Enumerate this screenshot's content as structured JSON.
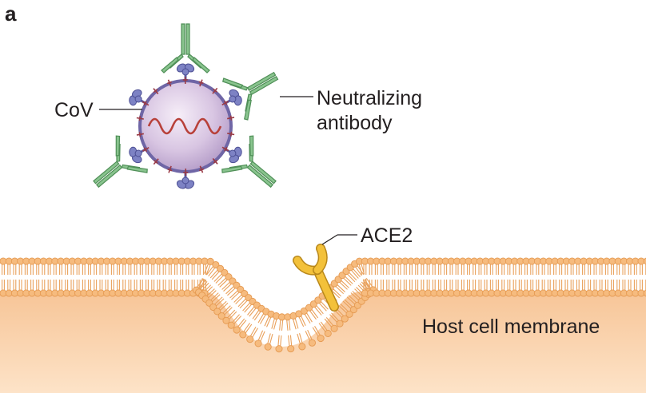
{
  "panel_label": "a",
  "labels": {
    "cov": "CoV",
    "antibody_line1": "Neutralizing",
    "antibody_line2": "antibody",
    "receptor": "ACE2",
    "membrane": "Host cell membrane"
  },
  "colors": {
    "virion_fill": "#d8c5e2",
    "virion_edge": "#7a6aaa",
    "spike": "#7d82c4",
    "rna": "#b8413a",
    "antibody": "#89c48e",
    "antibody_edge": "#4f8f57",
    "ace2": "#f3c13a",
    "lipid_head": "#f6bb7e",
    "lipid_edge": "#e59a52",
    "cytoplasm": "#fbd4ad"
  }
}
